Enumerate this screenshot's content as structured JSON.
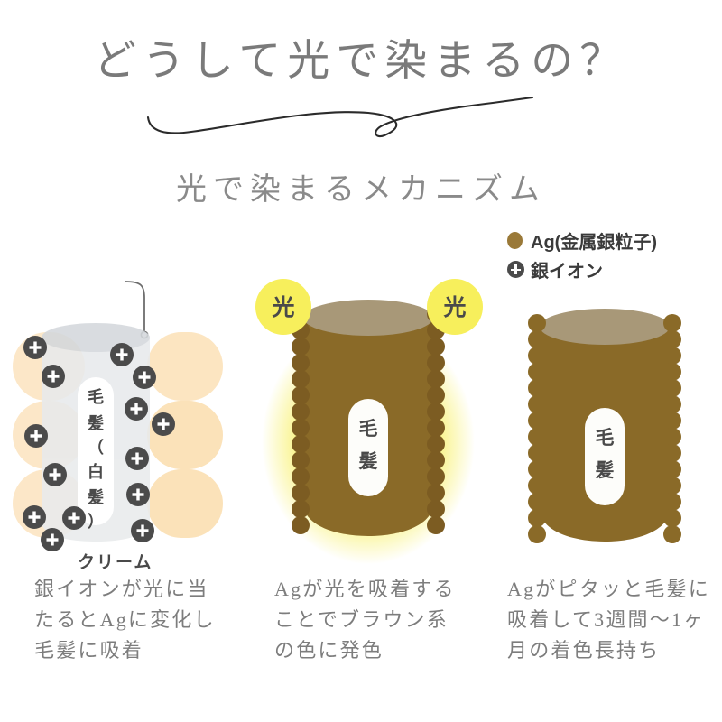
{
  "header": {
    "title": "どうして光で染まるの？",
    "subtitle": "光で染まるメカニズム",
    "flourish_icon": "brush-swash-underline"
  },
  "legend": {
    "items": [
      {
        "label": "Ag(金属銀粒子)",
        "icon": "ag-particle-dot",
        "color": "#9a7938"
      },
      {
        "label": "銀イオン",
        "icon": "silver-ion-plus-circle",
        "color": "#4b4b4b"
      }
    ]
  },
  "panels": [
    {
      "id": "panel-1",
      "callout_label": "クリーム",
      "hair_label": "毛髪（白髪）",
      "hair_label_chars": [
        "毛",
        "髪",
        "（",
        "白",
        "髪",
        "）"
      ],
      "caption": "銀イオンが光に当たるとAgに変化し毛髪に吸着",
      "cylinder_color": "#e8eaec",
      "cylinder_top_color": "#d2d6da",
      "blob_color": "#fce6c4",
      "ion_count": 14,
      "light_labels": []
    },
    {
      "id": "panel-2",
      "hair_label": "毛髪",
      "hair_label_chars": [
        "毛",
        "髪"
      ],
      "caption": "Agが光を吸着することでブラウン系の色に発色",
      "cylinder_color": "#8a6a28",
      "cylinder_top_color": "#a89878",
      "glow_color": "#f7ef5c",
      "particle_color": "#7c5c22",
      "light_labels": [
        "光",
        "光"
      ],
      "particles_per_column": 14
    },
    {
      "id": "panel-3",
      "hair_label": "毛髪",
      "hair_label_chars": [
        "毛",
        "髪"
      ],
      "caption": "Agがピタッと毛髪に吸着して3週間〜1ヶ月の着色長持ち",
      "cylinder_color": "#8a6a28",
      "cylinder_top_color": "#a89878",
      "particle_color": "#8a6a28",
      "light_labels": [],
      "particles_per_column": 15
    }
  ],
  "colors": {
    "background": "#ffffff",
    "text": "#7d7d7d",
    "title_text": "#7a7a7a",
    "dark_text": "#4a4a4a",
    "brown": "#8a6a28",
    "brown_light": "#a89878",
    "yellow": "#f7ef5c",
    "cream": "#fce6c4",
    "gray_cylinder": "#e8eaec",
    "ion_gray": "#4b4b4b"
  }
}
